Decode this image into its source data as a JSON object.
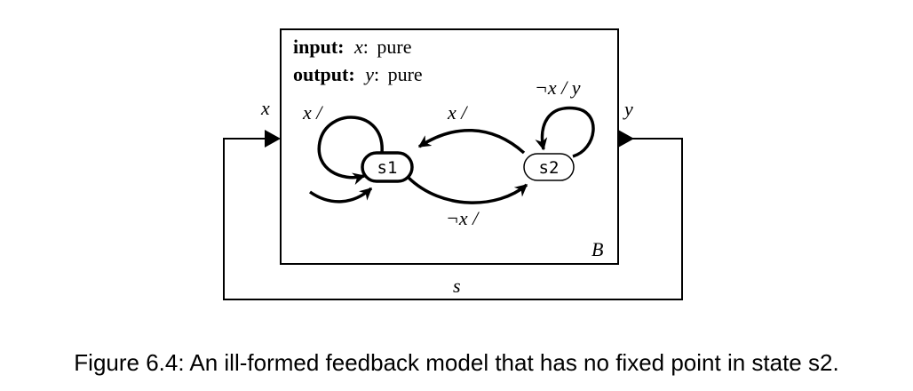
{
  "block": {
    "name": "B",
    "input": {
      "keyword": "input:",
      "name": "x",
      "type": "pure"
    },
    "output": {
      "keyword": "output:",
      "name": "y",
      "type": "pure"
    }
  },
  "ports": {
    "input_label": "x",
    "output_label": "y"
  },
  "feedback_label": "s",
  "states": [
    {
      "id": "s1",
      "label": "s1",
      "initial": true
    },
    {
      "id": "s2",
      "label": "s2",
      "initial": false
    }
  ],
  "transitions": [
    {
      "from": "s1",
      "to": "s1",
      "guard": "x",
      "output": "",
      "label": "x /"
    },
    {
      "from": "s2",
      "to": "s1",
      "guard": "x",
      "output": "",
      "label": "x /"
    },
    {
      "from": "s1",
      "to": "s2",
      "guard": "¬x",
      "output": "",
      "label": "¬x /"
    },
    {
      "from": "s2",
      "to": "s2",
      "guard": "¬x",
      "output": "y",
      "label": "¬x / y"
    }
  ],
  "caption": "Figure 6.4: An ill-formed feedback model that has no fixed point in state s2."
}
